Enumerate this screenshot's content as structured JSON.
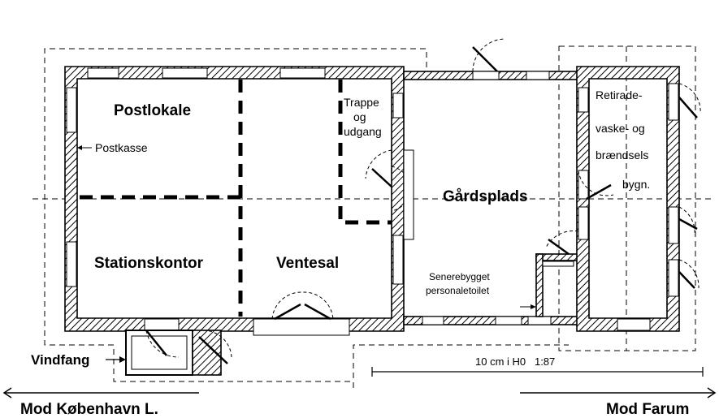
{
  "rooms": {
    "postlokale": "Postlokale",
    "stationskontor": "Stationskontor",
    "ventesal": "Ventesal",
    "gaardsplads": "Gårdsplads"
  },
  "trappe": {
    "line1": "Trappe",
    "line2": "og",
    "line3": "udgang"
  },
  "postkasse": "Postkasse",
  "toilet": {
    "line1": "Senerebygget",
    "line2": "personaletoilet"
  },
  "retirade": {
    "line1": "Retirade-",
    "line2": "vaske- og",
    "line3": "brændsels",
    "line4": "bygn."
  },
  "vindfang": "Vindfang",
  "scale_text": "10 cm i H0   1:87",
  "direction_left": "Mod København L.",
  "direction_right": "Mod Farum"
}
